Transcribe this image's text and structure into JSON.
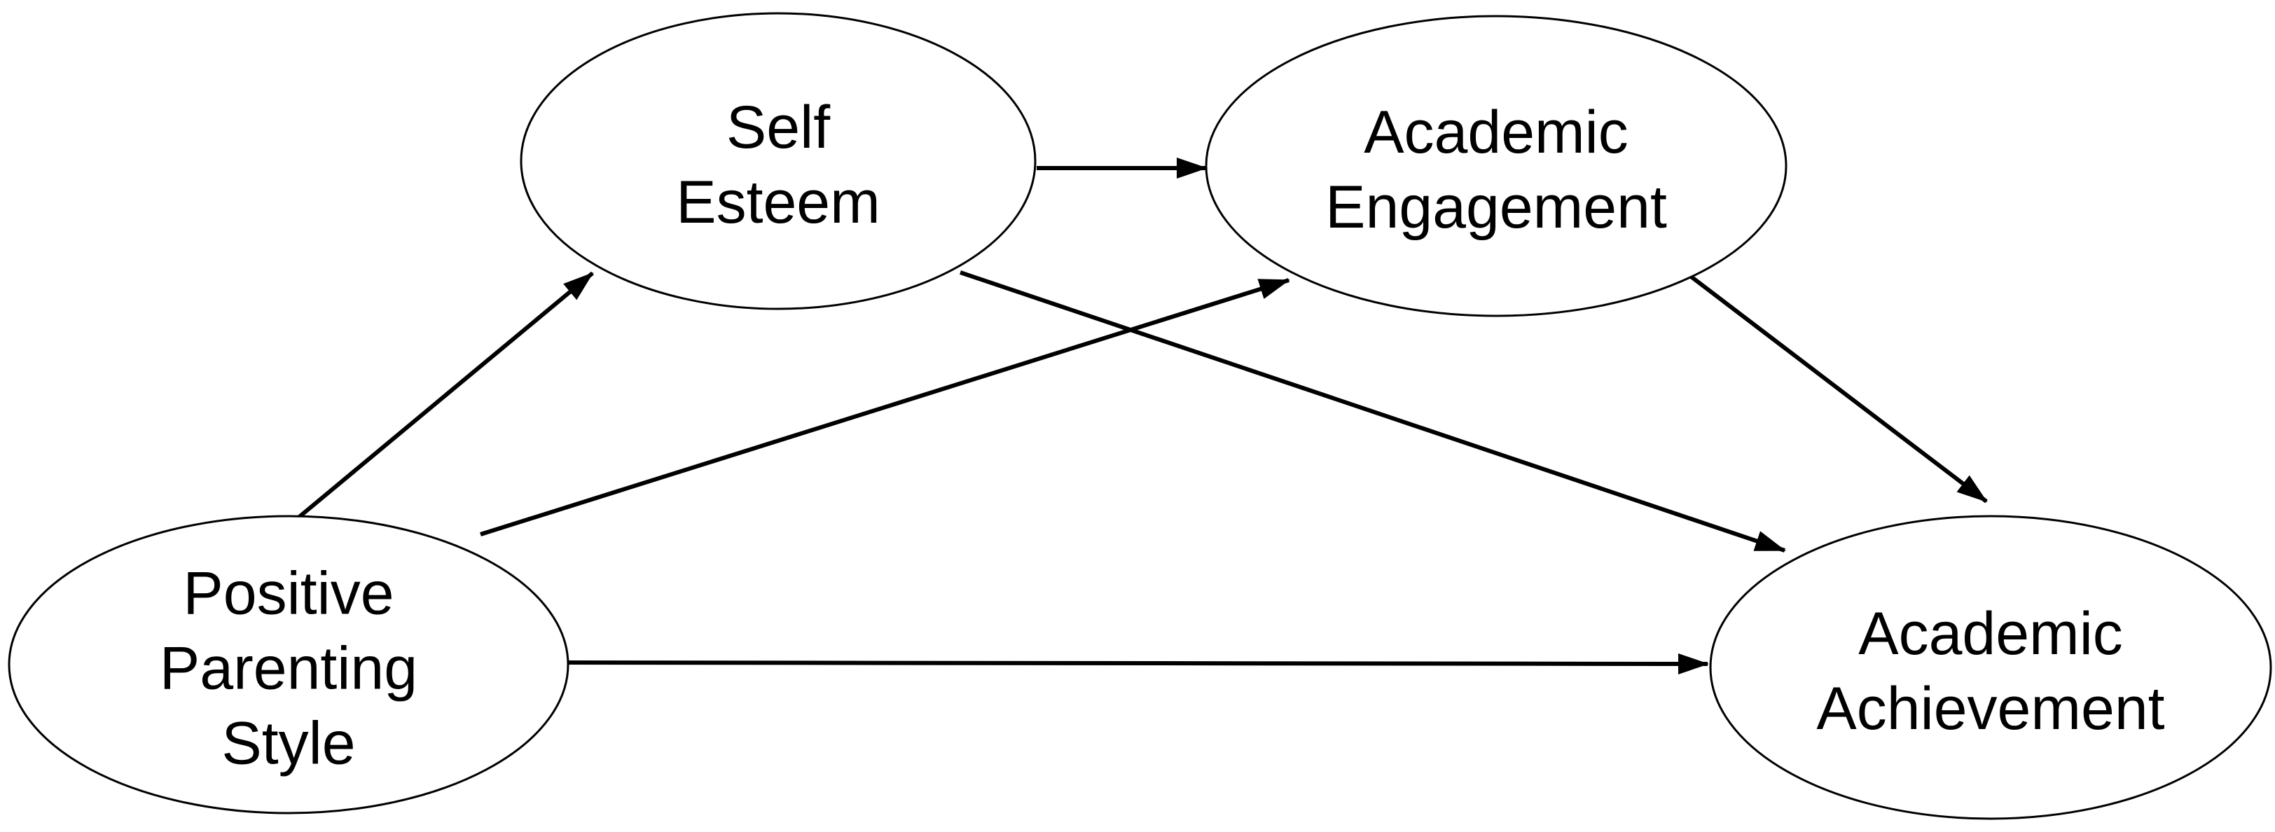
{
  "diagram": {
    "type": "path-model",
    "background": "#ffffff",
    "node_fill": "#ffffff",
    "node_stroke": "#000000",
    "arrow_color": "#000000",
    "text_color": "#000000",
    "nodes": {
      "positive_parenting_style": {
        "label": "Positive\nParenting\nStyle"
      },
      "self_esteem": {
        "label": "Self\nEsteem"
      },
      "academic_engagement": {
        "label": "Academic\nEngagement"
      },
      "academic_achievement": {
        "label": "Academic\nAchievement"
      }
    },
    "edges": [
      {
        "from": "positive_parenting_style",
        "to": "self_esteem"
      },
      {
        "from": "positive_parenting_style",
        "to": "academic_engagement"
      },
      {
        "from": "positive_parenting_style",
        "to": "academic_achievement"
      },
      {
        "from": "self_esteem",
        "to": "academic_engagement"
      },
      {
        "from": "self_esteem",
        "to": "academic_achievement"
      },
      {
        "from": "academic_engagement",
        "to": "academic_achievement"
      }
    ]
  }
}
